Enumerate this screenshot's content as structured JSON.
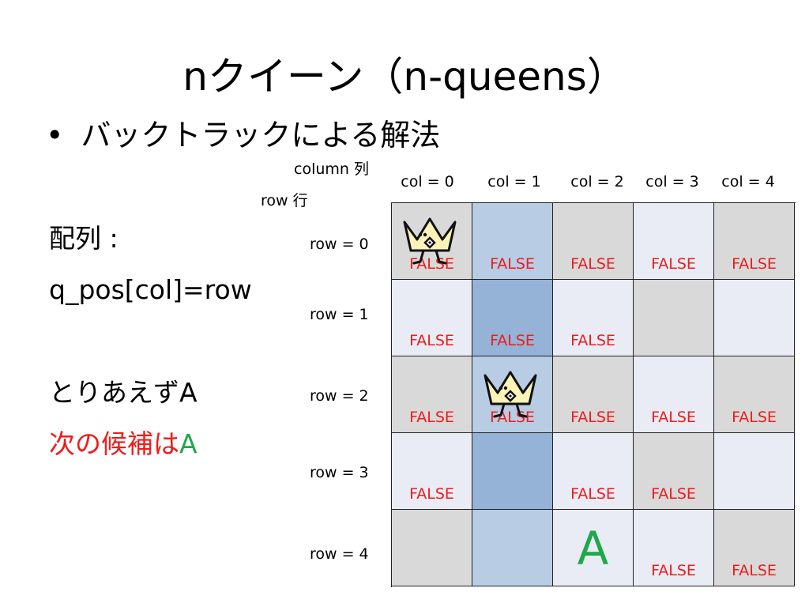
{
  "title": "nクイーン（n-queens）",
  "bullet": {
    "mark": "•",
    "text": "バックトラックによる解法"
  },
  "axis": {
    "column_label": "column 列",
    "row_label": "row 行"
  },
  "left_text": {
    "array_label": "配列 :",
    "array_expr": "q_pos[col]=row",
    "first_line": "とりあえずA",
    "next_prefix": "次の候補は",
    "next_value": "A"
  },
  "col_headers": [
    "col = 0",
    "col = 1",
    "col = 2",
    "col = 3",
    "col = 4"
  ],
  "row_headers": [
    "row = 0",
    "row = 1",
    "row = 2",
    "row = 3",
    "row = 4"
  ],
  "false_label": "FALSE",
  "candidate_label": "A",
  "colors": {
    "gray": "#d9d9d9",
    "light": "#e9ecf5",
    "blue_light": "#b8cce4",
    "blue_dark": "#95b3d7",
    "red": "#ee1c1c",
    "green": "#1fa84a"
  },
  "board": [
    [
      {
        "bg": "gray",
        "queen": true,
        "false": true
      },
      {
        "bg": "blue_light",
        "false": true
      },
      {
        "bg": "gray",
        "false": true
      },
      {
        "bg": "light",
        "false": true
      },
      {
        "bg": "gray",
        "false": true
      }
    ],
    [
      {
        "bg": "light",
        "false": true
      },
      {
        "bg": "blue_dark",
        "false": true
      },
      {
        "bg": "light",
        "false": true
      },
      {
        "bg": "gray"
      },
      {
        "bg": "light"
      }
    ],
    [
      {
        "bg": "gray",
        "false": true
      },
      {
        "bg": "blue_light",
        "queen": true,
        "false": true
      },
      {
        "bg": "gray",
        "false": true
      },
      {
        "bg": "light",
        "false": true
      },
      {
        "bg": "gray",
        "false": true
      }
    ],
    [
      {
        "bg": "light",
        "false": true
      },
      {
        "bg": "blue_dark"
      },
      {
        "bg": "light",
        "false": true
      },
      {
        "bg": "gray",
        "false": true
      },
      {
        "bg": "light"
      }
    ],
    [
      {
        "bg": "gray"
      },
      {
        "bg": "blue_light"
      },
      {
        "bg": "light",
        "candidate": true
      },
      {
        "bg": "light",
        "false": true
      },
      {
        "bg": "gray",
        "false": true
      }
    ]
  ],
  "icons": {
    "queen": "crown-icon"
  }
}
